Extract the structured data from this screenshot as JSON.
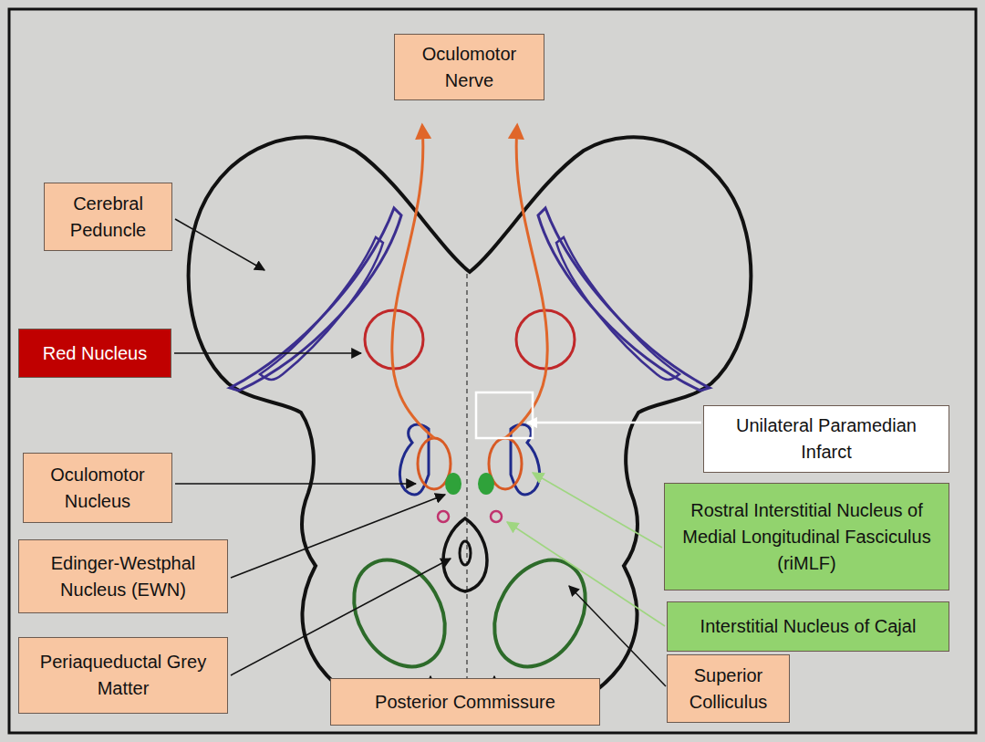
{
  "diagram": {
    "nodes": [
      {
        "text": [
          "Oculomotor Nerve"
        ]
      },
      {
        "text": [
          "Cerebral Peduncle"
        ]
      },
      {
        "text": [
          "Red Nucleus"
        ]
      },
      {
        "text": [
          "Unilateral Paramedian Infarct"
        ]
      },
      {
        "text": [
          "Oculomotor Nucleus"
        ]
      },
      {
        "text": [
          "Rostral Interstitial Nucleus of Medial Longitudinal Fasciculus (riMLF)"
        ]
      },
      {
        "text": [
          "Edinger-Westphal Nucleus (EWN)"
        ]
      },
      {
        "text": [
          "Interstitial Nucleus of Cajal"
        ]
      },
      {
        "text": [
          "Periaqueductal Grey Matter"
        ]
      },
      {
        "text": [
          "Superior Colliculus"
        ]
      },
      {
        "text": [
          "Posterior Commissure"
        ]
      }
    ]
  }
}
